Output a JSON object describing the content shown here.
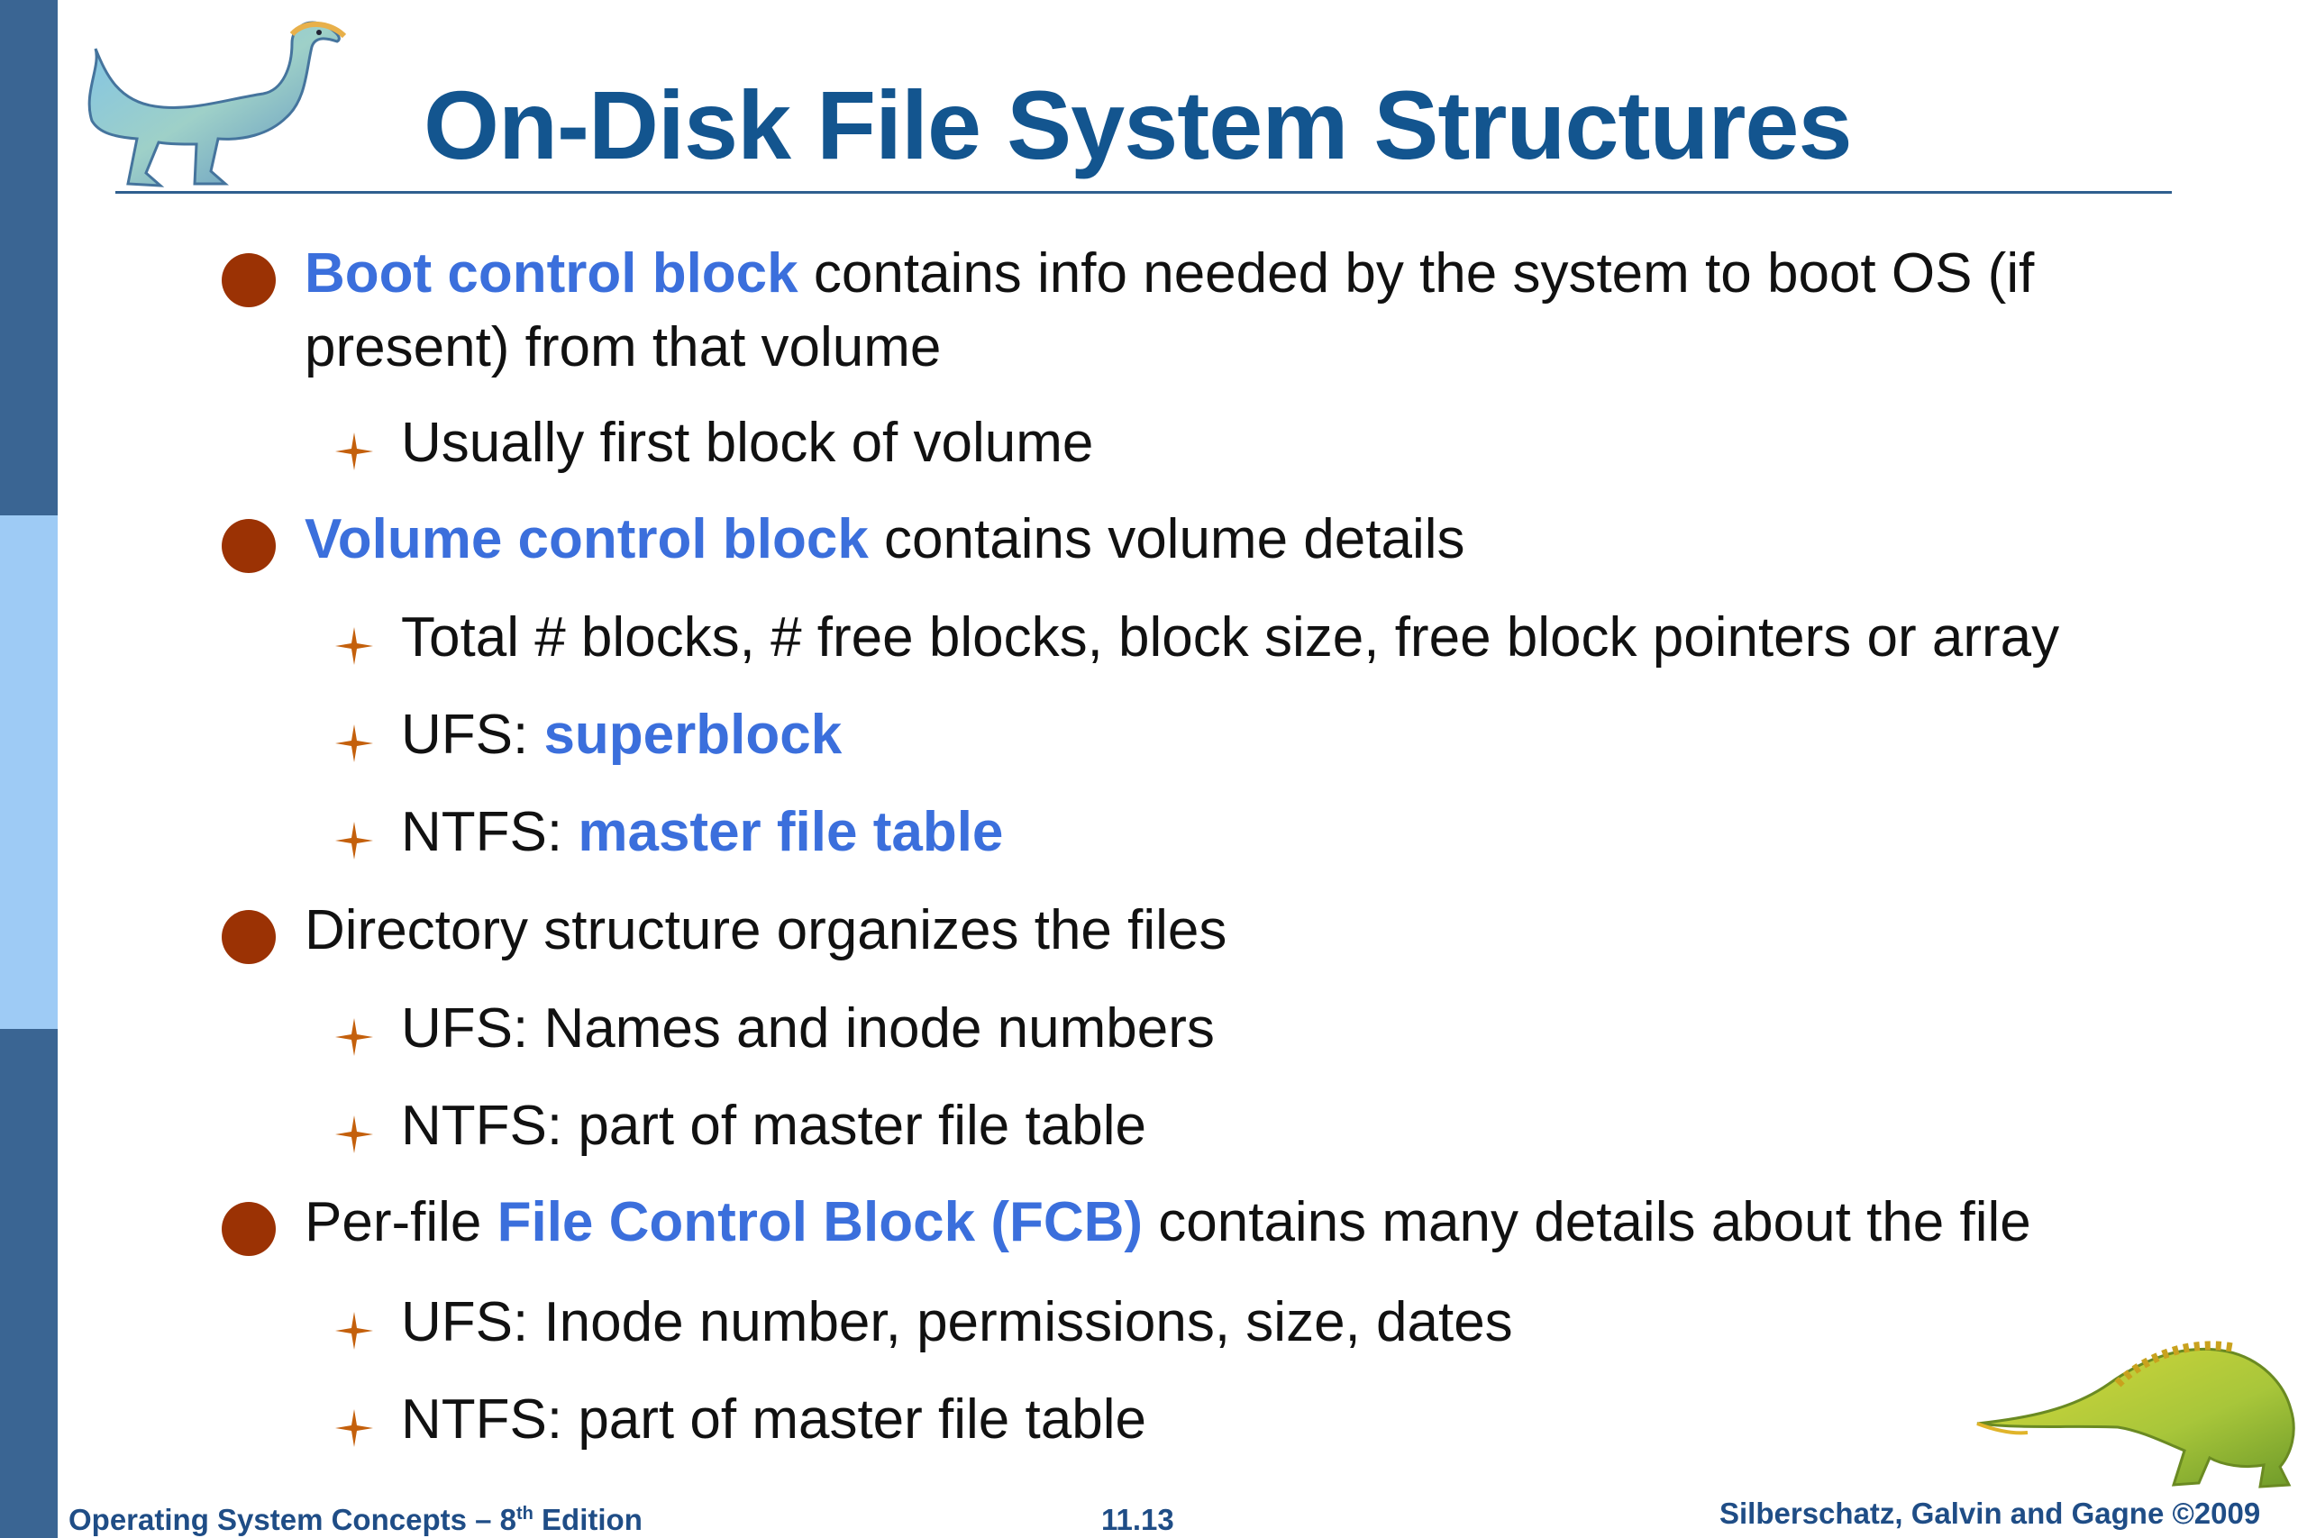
{
  "slide": {
    "title": "On-Disk File System Structures",
    "bullets": [
      {
        "pre": "",
        "highlight": "Boot control block",
        "post": " contains info needed by the system to boot OS (if",
        "cont": "present) from that volume",
        "subs": [
          {
            "pre": "Usually first block of volume",
            "highlight": ""
          }
        ]
      },
      {
        "pre": "",
        "highlight": "Volume control block",
        "post": " contains volume details",
        "subs": [
          {
            "pre": "Total # blocks, # free blocks, block size, free block pointers or array",
            "highlight": ""
          },
          {
            "pre": "UFS: ",
            "highlight": "superblock"
          },
          {
            "pre": "NTFS: ",
            "highlight": "master file table"
          }
        ]
      },
      {
        "pre": "Directory structure organizes the files",
        "highlight": "",
        "post": "",
        "subs": [
          {
            "pre": "UFS: Names and inode numbers",
            "highlight": ""
          },
          {
            "pre": "NTFS: part of master file table",
            "highlight": ""
          }
        ]
      },
      {
        "pre": "Per-file ",
        "highlight": "File Control Block (FCB)",
        "post": " contains many details about the file",
        "subs": [
          {
            "pre": "UFS: Inode number, permissions, size, dates",
            "highlight": ""
          },
          {
            "pre": "NTFS: part of master file table",
            "highlight": ""
          }
        ]
      }
    ]
  },
  "footer": {
    "book_prefix": "Operating System Concepts  – 8",
    "book_sup": "th",
    "book_suffix": " Edition",
    "page_number": "11.13",
    "copyright": "Silberschatz, Galvin and Gagne ©2009"
  },
  "icons": {
    "bullet": "filled-circle",
    "sub_bullet": "four-point-star",
    "bullet_color": "#9b3204",
    "sub_bullet_color": "#c4600c",
    "accent_color": "#3b6fdc",
    "title_color": "#13558f"
  }
}
